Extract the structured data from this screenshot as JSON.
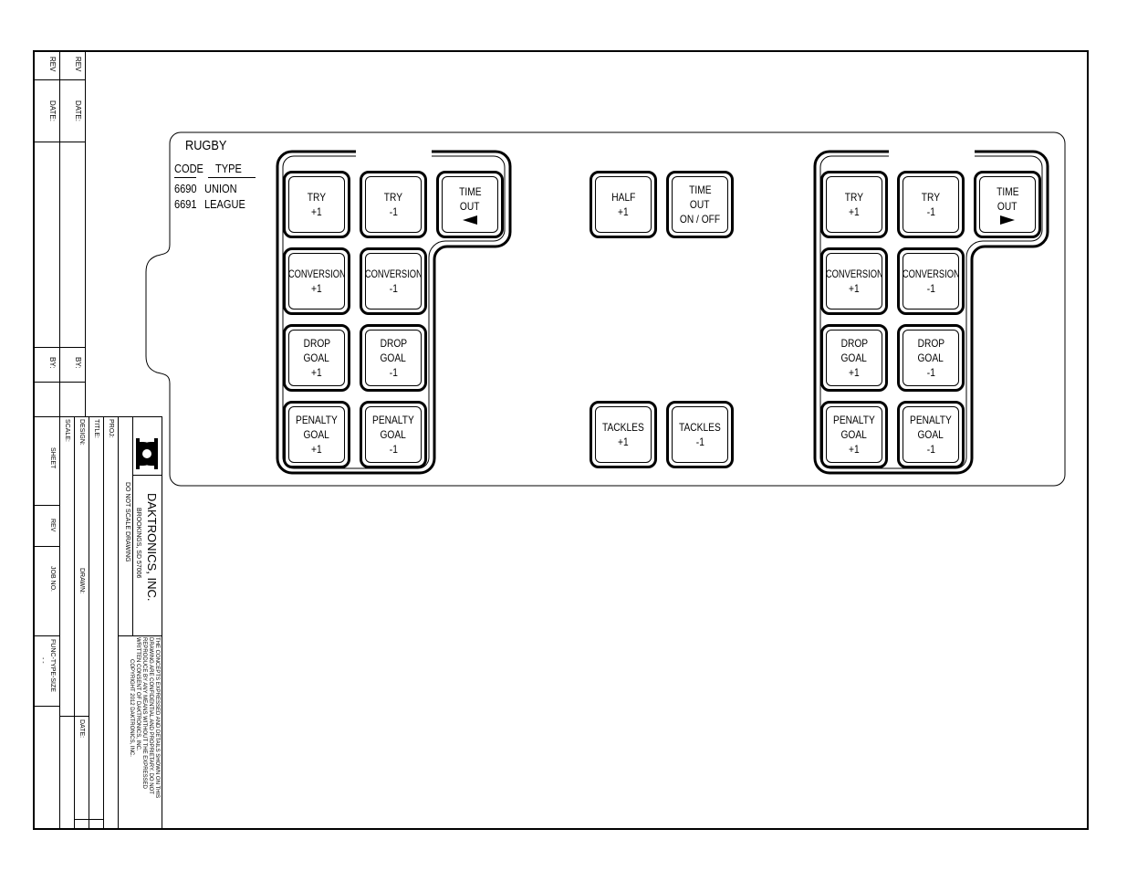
{
  "title_block": {
    "rev_labels": [
      "REV",
      "REV"
    ],
    "date_labels": [
      "DATE:",
      "DATE:"
    ],
    "by_labels": [
      "BY:",
      "BY:"
    ],
    "company": "DAKTRONICS, INC.",
    "city": "BROOKINGS, SD  57006",
    "no_scale": "DO NOT SCALE DRAWING",
    "notice_lines": [
      "THE CONCEPTS EXPRESSED AND DETAILS SHOWN ON THIS",
      "DRAWING ARE CONFIDENTIAL AND PROPRIETARY.  DO NOT",
      "REPRODUCE BY ANY MEANS WITHOUT THE EXPRESSED",
      "WRITTEN CONSENT OF DAKTRONICS, INC.",
      "COPYRIGHT 2012 DAKTRONICS, INC."
    ],
    "proj_label": "PROJ:",
    "title_label": "TITLE:",
    "design_label": "DESIGN:",
    "drawn_label": "DRAWN:",
    "date_label": "DATE:",
    "scale_label": "SCALE:",
    "sheet_label": "SHEET",
    "rev_label": "REV",
    "job_label": "JOB NO.",
    "func_label": "FUNC-TYPE-SIZE",
    "func_value": "-  -"
  },
  "panel": {
    "sport": "RUGBY",
    "code_header": "CODE",
    "type_header": "TYPE",
    "codes": [
      {
        "code": "6690",
        "type": "UNION"
      },
      {
        "code": "6691",
        "type": "LEAGUE"
      }
    ]
  },
  "keys": {
    "left_try_plus": [
      "TRY",
      "+1"
    ],
    "left_try_minus": [
      "TRY",
      "-1"
    ],
    "left_timeout": [
      "TIME",
      "OUT"
    ],
    "left_conv_plus": [
      "CONVERSION",
      "+1"
    ],
    "left_conv_minus": [
      "CONVERSION",
      "-1"
    ],
    "left_drop_plus": [
      "DROP",
      "GOAL",
      "+1"
    ],
    "left_drop_minus": [
      "DROP",
      "GOAL",
      "-1"
    ],
    "left_pen_plus": [
      "PENALTY",
      "GOAL",
      "+1"
    ],
    "left_pen_minus": [
      "PENALTY",
      "GOAL",
      "-1"
    ],
    "half": [
      "HALF",
      "+1"
    ],
    "timeout_onoff": [
      "TIME",
      "OUT",
      "ON / OFF"
    ],
    "tackles_plus": [
      "TACKLES",
      "+1"
    ],
    "tackles_minus": [
      "TACKLES",
      "-1"
    ],
    "right_try_plus": [
      "TRY",
      "+1"
    ],
    "right_try_minus": [
      "TRY",
      "-1"
    ],
    "right_timeout": [
      "TIME",
      "OUT"
    ],
    "right_conv_plus": [
      "CONVERSION",
      "+1"
    ],
    "right_conv_minus": [
      "CONVERSION",
      "-1"
    ],
    "right_drop_plus": [
      "DROP",
      "GOAL",
      "+1"
    ],
    "right_drop_minus": [
      "DROP",
      "GOAL",
      "-1"
    ],
    "right_pen_plus": [
      "PENALTY",
      "GOAL",
      "+1"
    ],
    "right_pen_minus": [
      "PENALTY",
      "GOAL",
      "-1"
    ]
  }
}
